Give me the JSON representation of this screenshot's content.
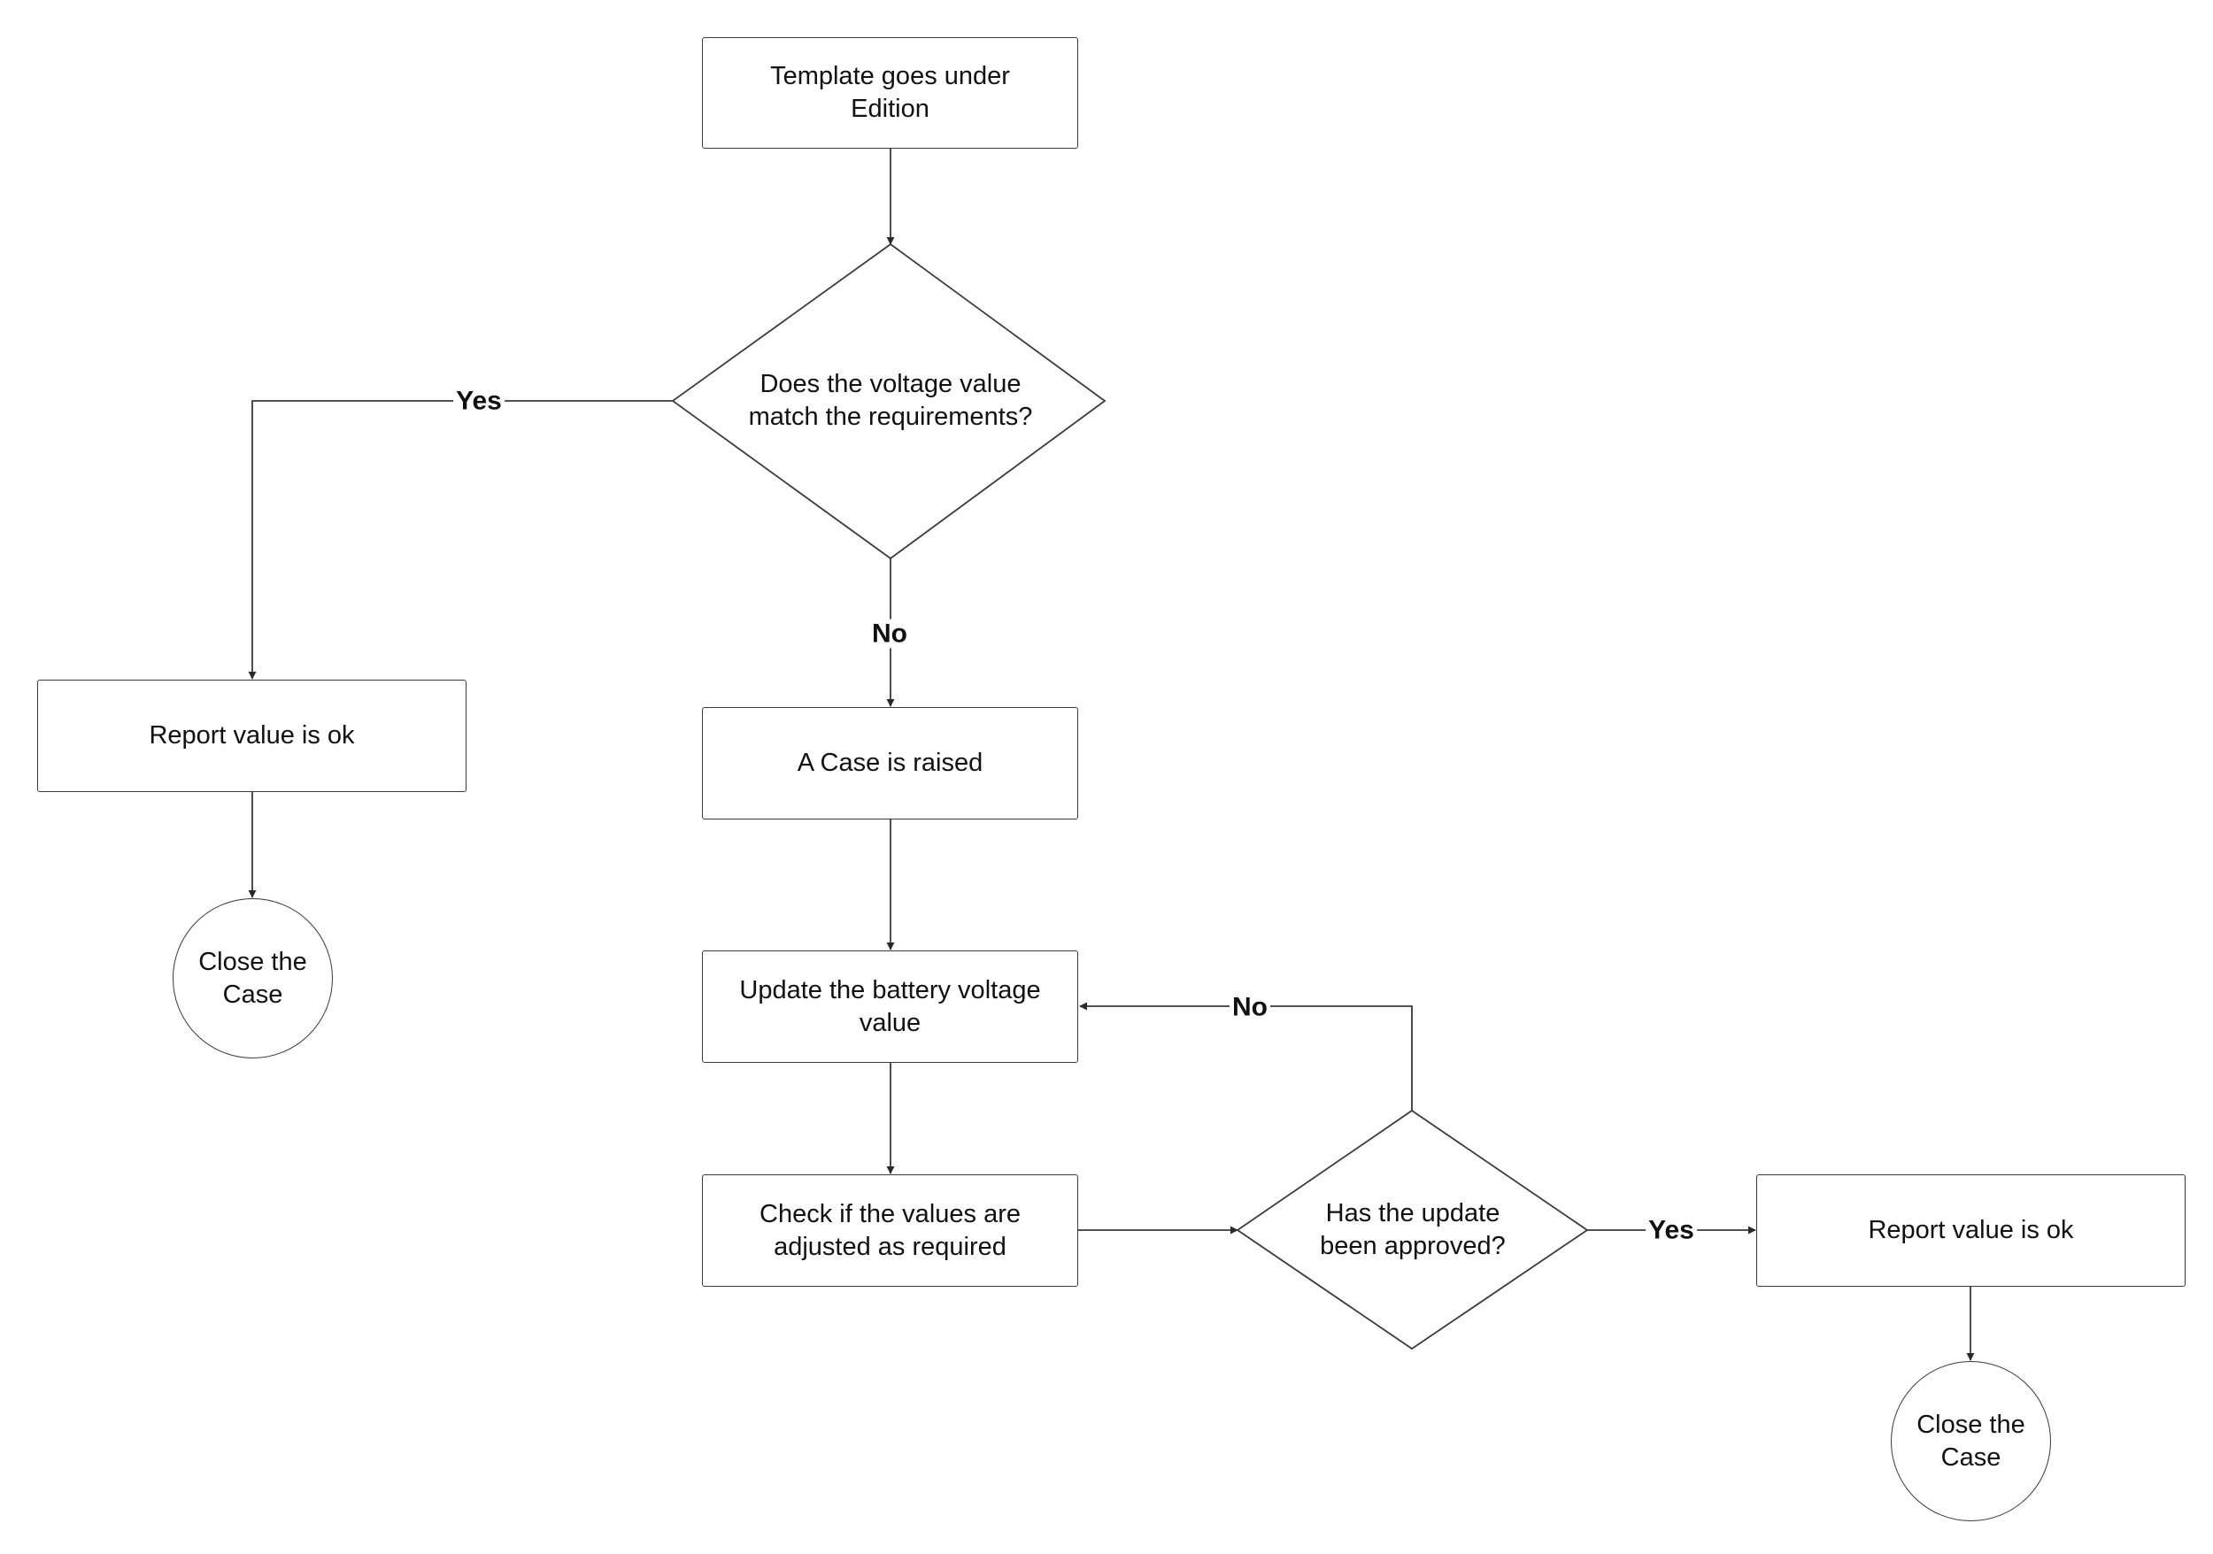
{
  "nodes": {
    "start": "Template goes under\nEdition",
    "decision_voltage": "Does the voltage value\nmatch the requirements?",
    "report_ok_left": "Report value is ok",
    "close_case_left": "Close the\nCase",
    "case_raised": "A Case is raised",
    "update_value": "Update the battery voltage\nvalue",
    "check_values": "Check if the values are\nadjusted as required",
    "decision_approved": "Has the update\nbeen approved?",
    "report_ok_right": "Report value is ok",
    "close_case_right": "Close the\nCase"
  },
  "edges": {
    "voltage_yes": "Yes",
    "voltage_no": "No",
    "approved_no": "No",
    "approved_yes": "Yes"
  },
  "colors": {
    "stroke": "#3a3a3a",
    "text": "#111111",
    "background": "#ffffff"
  }
}
